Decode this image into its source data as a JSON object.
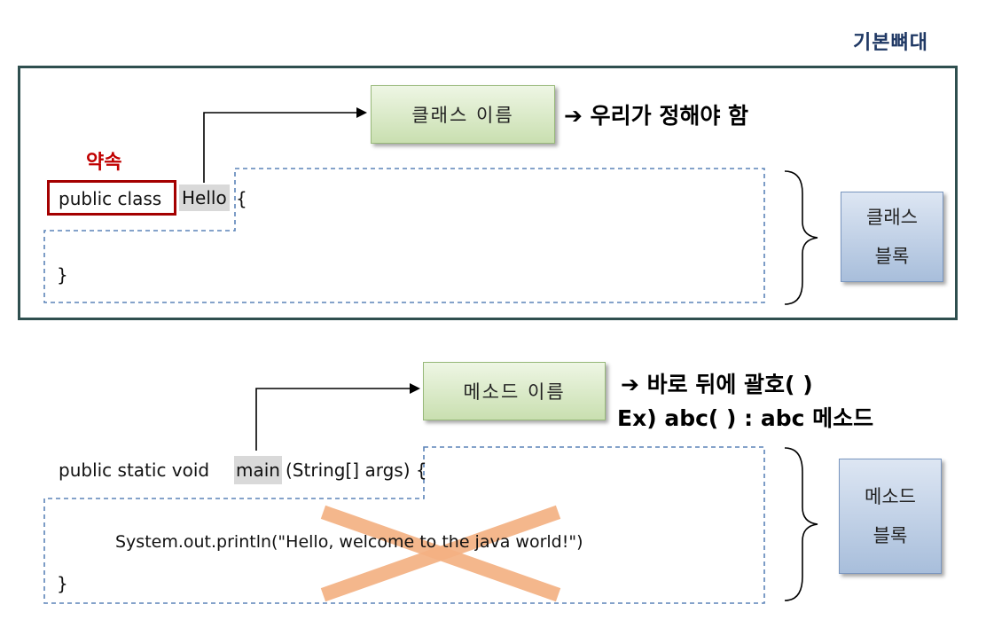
{
  "header": {
    "title": "기본뼈대"
  },
  "class_section": {
    "name_label": "클래스 이름",
    "name_note": "➔ 우리가 정해야 함",
    "keyword_note": "약속",
    "code_keyword": "public class",
    "code_name": "Hello",
    "code_open": "{",
    "code_close": "}",
    "block_label_line1": "클래스",
    "block_label_line2": "블록"
  },
  "method_section": {
    "name_label": "메소드 이름",
    "note_line1": "➔ 바로 뒤에 괄호( )",
    "note_line2": "Ex) abc( ) : abc 메소드",
    "code_prefix": "public static void ",
    "code_name": "main",
    "code_suffix": "(String[] args) {",
    "code_body": "System.out.println(\"Hello, welcome to the java world!\")",
    "code_close": "}",
    "block_label_line1": "메소드",
    "block_label_line2": "블록"
  },
  "colors": {
    "title": "#1f3864",
    "frame": "#2f4f4f",
    "promise": "#c00000",
    "dashed": "#5b84b8",
    "cross": "#f4b183"
  }
}
